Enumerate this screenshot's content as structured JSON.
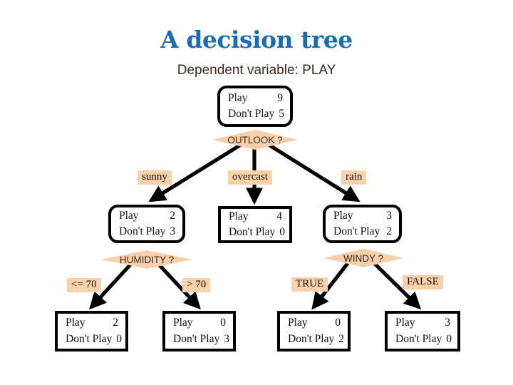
{
  "slide": {
    "title": "A decision tree",
    "subtitle": "Dependent variable: PLAY",
    "title_color": "#1b6cb0",
    "subtitle_color": "#3a2a20",
    "diamond_color": "#f7cfa8",
    "edge_label_color": "#f9d2ac",
    "background": "#ffffff"
  },
  "labels": {
    "play": "Play",
    "dont_play": "Don't Play"
  },
  "nodes": {
    "root": {
      "play_label": "Play",
      "play_value": "9",
      "dont_label": "Don't Play",
      "dont_value": "5"
    },
    "sunny": {
      "play_label": "Play",
      "play_value": "2",
      "dont_label": "Don't Play",
      "dont_value": "3"
    },
    "overcast": {
      "play_label": "Play",
      "play_value": "4",
      "dont_label": "Don't Play",
      "dont_value": "0"
    },
    "rain": {
      "play_label": "Play",
      "play_value": "3",
      "dont_label": "Don't Play",
      "dont_value": "2"
    },
    "humidity_le70": {
      "play_label": "Play",
      "play_value": "2",
      "dont_label": "Don't Play",
      "dont_value": "0"
    },
    "humidity_gt70": {
      "play_label": "Play",
      "play_value": "0",
      "dont_label": "Don't Play",
      "dont_value": "3"
    },
    "windy_true": {
      "play_label": "Play",
      "play_value": "0",
      "dont_label": "Don't Play",
      "dont_value": "2"
    },
    "windy_false": {
      "play_label": "Play",
      "play_value": "3",
      "dont_label": "Don't Play",
      "dont_value": "0"
    }
  },
  "decisions": {
    "outlook": "OUTLOOK ?",
    "humidity": "HUMIDITY ?",
    "windy": "WINDY ?"
  },
  "edge_labels": {
    "sunny": "sunny",
    "overcast": "overcast",
    "rain": "rain",
    "hum_le": "<= 70",
    "hum_gt": "> 70",
    "windy_true": "TRUE",
    "windy_false": "FALSE"
  },
  "chart_data": {
    "type": "tree",
    "title": "A decision tree",
    "subtitle": "Dependent variable: PLAY",
    "target": "PLAY",
    "classes": [
      "Play",
      "Don't Play"
    ],
    "root": {
      "counts": {
        "Play": 9,
        "Don't Play": 5
      },
      "split_on": "OUTLOOK ?",
      "children": [
        {
          "edge": "sunny",
          "counts": {
            "Play": 2,
            "Don't Play": 3
          },
          "split_on": "HUMIDITY ?",
          "children": [
            {
              "edge": "<= 70",
              "counts": {
                "Play": 2,
                "Don't Play": 0
              },
              "leaf": true
            },
            {
              "edge": "> 70",
              "counts": {
                "Play": 0,
                "Don't Play": 3
              },
              "leaf": true
            }
          ]
        },
        {
          "edge": "overcast",
          "counts": {
            "Play": 4,
            "Don't Play": 0
          },
          "leaf": true
        },
        {
          "edge": "rain",
          "counts": {
            "Play": 3,
            "Don't Play": 2
          },
          "split_on": "WINDY ?",
          "children": [
            {
              "edge": "TRUE",
              "counts": {
                "Play": 0,
                "Don't Play": 2
              },
              "leaf": true
            },
            {
              "edge": "FALSE",
              "counts": {
                "Play": 3,
                "Don't Play": 0
              },
              "leaf": true
            }
          ]
        }
      ]
    }
  }
}
